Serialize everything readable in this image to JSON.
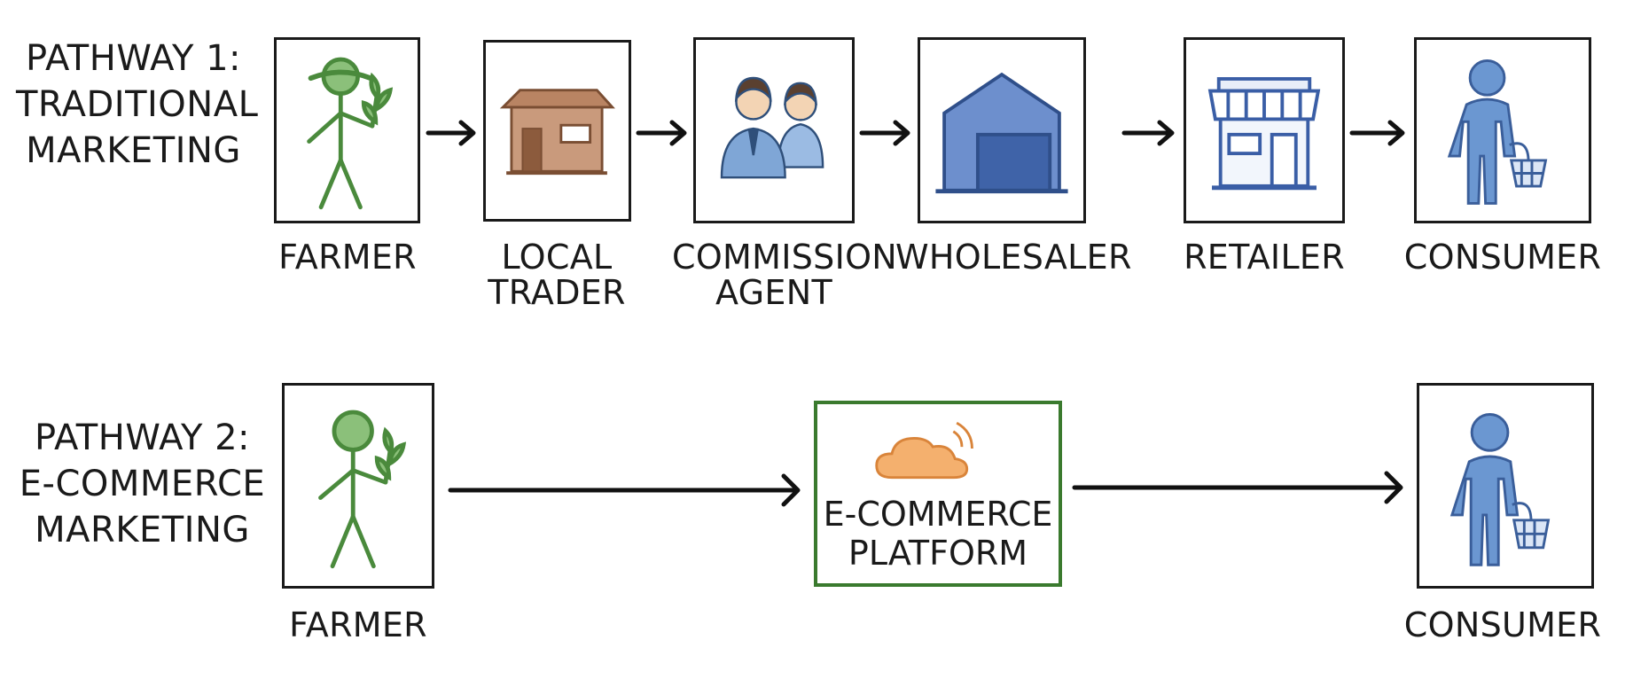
{
  "pathway1": {
    "label_lines": [
      "PATHWAY 1:",
      "TRADITIONAL",
      "MARKETING"
    ],
    "actors": [
      {
        "id": "farmer",
        "label_lines": [
          "FARMER"
        ],
        "icon": "farmer-icon"
      },
      {
        "id": "local-trader",
        "label_lines": [
          "LOCAL",
          "TRADER"
        ],
        "icon": "shop-hut-icon"
      },
      {
        "id": "commission-agent",
        "label_lines": [
          "COMMISSION",
          "AGENT"
        ],
        "icon": "agents-icon"
      },
      {
        "id": "wholesaler",
        "label_lines": [
          "WHOLESALER"
        ],
        "icon": "warehouse-icon"
      },
      {
        "id": "retailer",
        "label_lines": [
          "RETAILER"
        ],
        "icon": "storefront-icon"
      },
      {
        "id": "consumer",
        "label_lines": [
          "CONSUMER"
        ],
        "icon": "shopper-icon"
      }
    ]
  },
  "pathway2": {
    "label_lines": [
      "PATHWAY 2:",
      "E-COMMERCE",
      "MARKETING"
    ],
    "farmer_label": "FARMER",
    "platform_lines": [
      "E-COMMERCE",
      "PLATFORM"
    ],
    "platform_icon": "cloud-icon",
    "consumer_label": "CONSUMER"
  },
  "colors": {
    "farmer_green": "#4a8a3c",
    "trader_brown": "#a8765a",
    "agent_blue": "#7fa6d6",
    "warehouse_blue": "#5b7fc2",
    "retail_blue": "#4a6fb3",
    "consumer_blue": "#5b8ac9",
    "cloud_orange": "#f0a45a",
    "platform_border": "#3a7a2e"
  }
}
